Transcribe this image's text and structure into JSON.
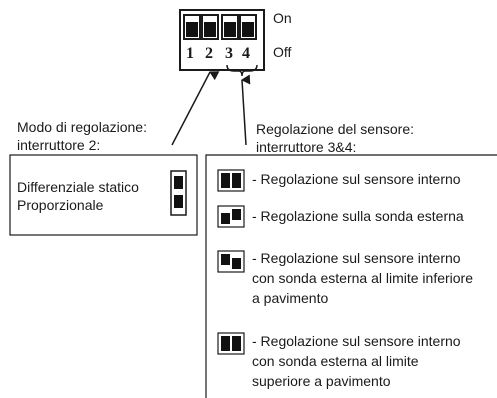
{
  "switch_block": {
    "label_on": "On",
    "label_off": "Off",
    "numbers": [
      "1",
      "2",
      "3",
      "4"
    ]
  },
  "left_panel": {
    "title_line1": "Modo di regolazione:",
    "title_line2": "interruttore 2:",
    "option1": "Differenziale statico",
    "option2": "Proporzionale"
  },
  "right_panel": {
    "title_line1": "Regolazione del sensore:",
    "title_line2": "interruttore 3&4:",
    "items": [
      {
        "lines": [
          "- Regolazione sul sensore interno"
        ]
      },
      {
        "lines": [
          "- Regolazione sulla sonda esterna"
        ]
      },
      {
        "lines": [
          "- Regolazione sul sensore interno",
          "con sonda esterna al limite inferiore",
          "a pavimento"
        ]
      },
      {
        "lines": [
          "- Regolazione sul sensore interno",
          "con sonda esterna al limite",
          "superiore a pavimento"
        ]
      }
    ]
  }
}
